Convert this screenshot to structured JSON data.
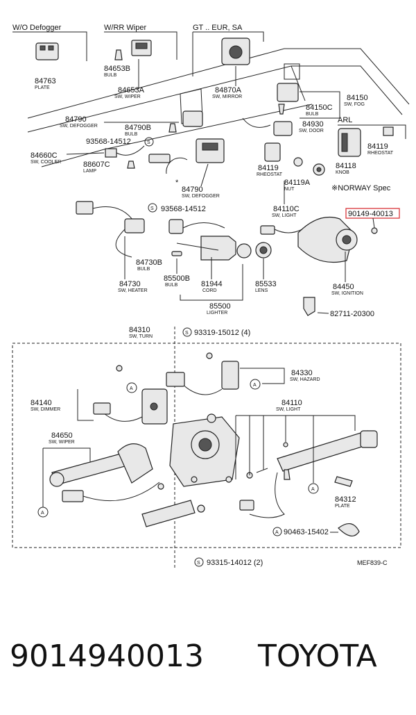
{
  "sections": {
    "wo_defogger": "W/O Defogger",
    "wrr_wiper": "W/RR Wiper",
    "gt_eur_sa": "GT .. EUR, SA",
    "arl": "ARL",
    "norway": "※NORWAY Spec"
  },
  "callouts": [
    {
      "id": "84763",
      "num": "84763",
      "sub": "PLATE"
    },
    {
      "id": "84653b",
      "num": "84653B",
      "sub": "BULB"
    },
    {
      "id": "84653a",
      "num": "84653A",
      "sub": "SW, WIPER"
    },
    {
      "id": "84870a",
      "num": "84870A",
      "sub": "SW, MIRROR"
    },
    {
      "id": "84150",
      "num": "84150",
      "sub": "SW, FOG"
    },
    {
      "id": "84150c",
      "num": "84150C",
      "sub": "BULB"
    },
    {
      "id": "84790-top",
      "num": "84790",
      "sub": "SW, DEFOGGER"
    },
    {
      "id": "84790b",
      "num": "84790B",
      "sub": "BULB"
    },
    {
      "id": "84930",
      "num": "84930",
      "sub": "SW, DOOR"
    },
    {
      "id": "93568-top",
      "num": "93568-14512",
      "sub": ""
    },
    {
      "id": "84660c",
      "num": "84660C",
      "sub": "SW, COOLER"
    },
    {
      "id": "88607c",
      "num": "88607C",
      "sub": "LAMP"
    },
    {
      "id": "84119-arl",
      "num": "84119",
      "sub": "RHEOSTAT"
    },
    {
      "id": "84118",
      "num": "84118",
      "sub": "KNOB"
    },
    {
      "id": "84119-mid",
      "num": "84119",
      "sub": "RHEOSTAT"
    },
    {
      "id": "84119a",
      "num": "84119A",
      "sub": "NUT"
    },
    {
      "id": "84790-mid",
      "num": "84790",
      "sub": "SW, DEFOGGER"
    },
    {
      "id": "93568-mid",
      "num": "93568-14512",
      "sub": ""
    },
    {
      "id": "84110c",
      "num": "84110C",
      "sub": "SW, LIGHT"
    },
    {
      "id": "84730b",
      "num": "84730B",
      "sub": "BULB"
    },
    {
      "id": "84730",
      "num": "84730",
      "sub": "SW, HEATER"
    },
    {
      "id": "85500b",
      "num": "85500B",
      "sub": "BULB"
    },
    {
      "id": "81944",
      "num": "81944",
      "sub": "CORD"
    },
    {
      "id": "85533",
      "num": "85533",
      "sub": "LENS"
    },
    {
      "id": "85500",
      "num": "85500",
      "sub": "LIGHTER"
    },
    {
      "id": "84450",
      "num": "84450",
      "sub": "SW, IGNITION"
    },
    {
      "id": "82711",
      "num": "82711-20300",
      "sub": ""
    },
    {
      "id": "84310",
      "num": "84310",
      "sub": "SW, TURN"
    },
    {
      "id": "93319",
      "num": "93319-15012 (4)",
      "sub": ""
    },
    {
      "id": "84330",
      "num": "84330",
      "sub": "SW, HAZARD"
    },
    {
      "id": "84140",
      "num": "84140",
      "sub": "SW, DIMMER"
    },
    {
      "id": "84110",
      "num": "84110",
      "sub": "SW, LIGHT"
    },
    {
      "id": "84650",
      "num": "84650",
      "sub": "SW, WIPER"
    },
    {
      "id": "84312",
      "num": "84312",
      "sub": "PLATE"
    },
    {
      "id": "90463",
      "num": "90463-15402",
      "sub": ""
    },
    {
      "id": "93315",
      "num": "93315-14012 (2)",
      "sub": ""
    }
  ],
  "highlight_part": "90149-40013",
  "ref_a": "A",
  "ref_s": "S",
  "norway_star": "*",
  "figure_code": "MEF839-C",
  "footer": {
    "part_number": "9014940013",
    "brand": "TOYOTA"
  },
  "colors": {
    "highlight": "#d8363a",
    "ink": "#111111"
  }
}
